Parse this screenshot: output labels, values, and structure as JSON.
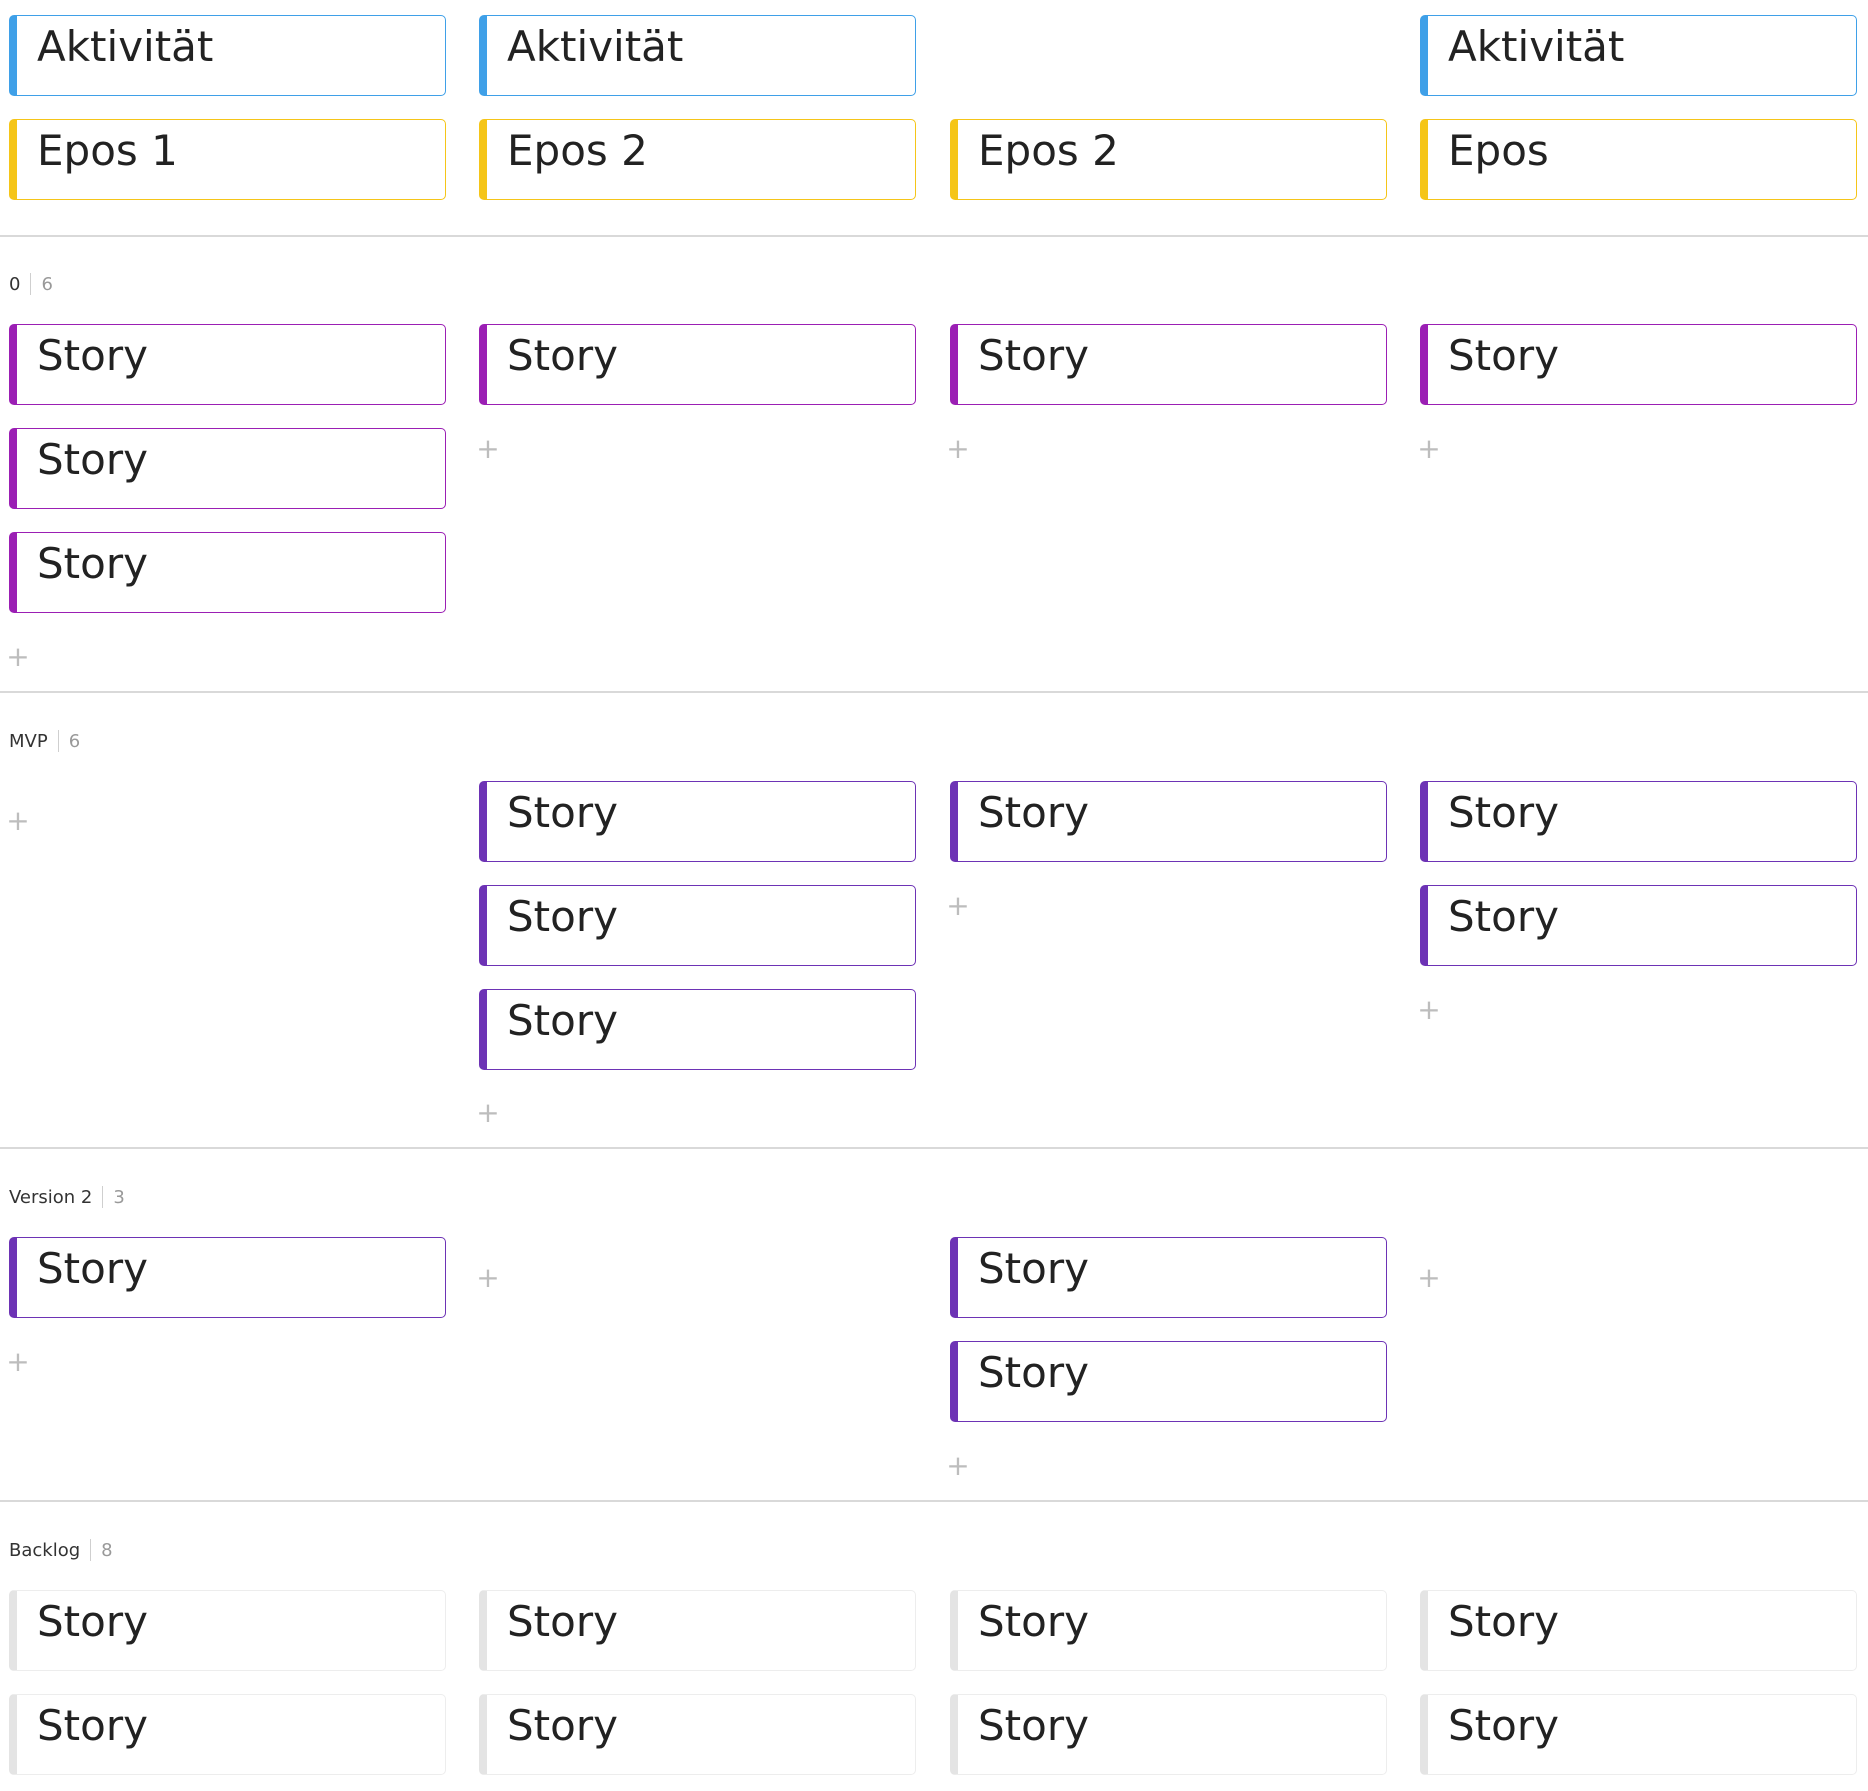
{
  "activities": [
    "Aktivität",
    "Aktivität",
    "Aktivität"
  ],
  "epics": [
    "Epos 1",
    "Epos 2",
    "Epos 2",
    "Epos"
  ],
  "add_symbol": "+",
  "releases": [
    {
      "name": "0",
      "count": "6",
      "columns": [
        [
          "Story",
          "Story",
          "Story"
        ],
        [
          "Story"
        ],
        [
          "Story"
        ],
        [
          "Story"
        ]
      ]
    },
    {
      "name": "MVP",
      "count": "6",
      "columns": [
        [],
        [
          "Story",
          "Story",
          "Story"
        ],
        [
          "Story"
        ],
        [
          "Story",
          "Story"
        ]
      ]
    },
    {
      "name": "Version 2",
      "count": "3",
      "columns": [
        [
          "Story"
        ],
        [],
        [
          "Story",
          "Story"
        ],
        []
      ]
    },
    {
      "name": "Backlog",
      "count": "8",
      "columns": [
        [
          "Story",
          "Story"
        ],
        [
          "Story",
          "Story"
        ],
        [
          "Story",
          "Story"
        ],
        [
          "Story",
          "Story"
        ]
      ]
    }
  ],
  "colors": {
    "activity": "#3fa0e8",
    "epic": "#f5c518",
    "story_release_0": "#9b1fb4",
    "story_mvp_version2": "#6d33b5",
    "story_backlog": "#e4e4e4",
    "divider": "#d9d9d9",
    "add_icon": "#bdbdbd"
  }
}
